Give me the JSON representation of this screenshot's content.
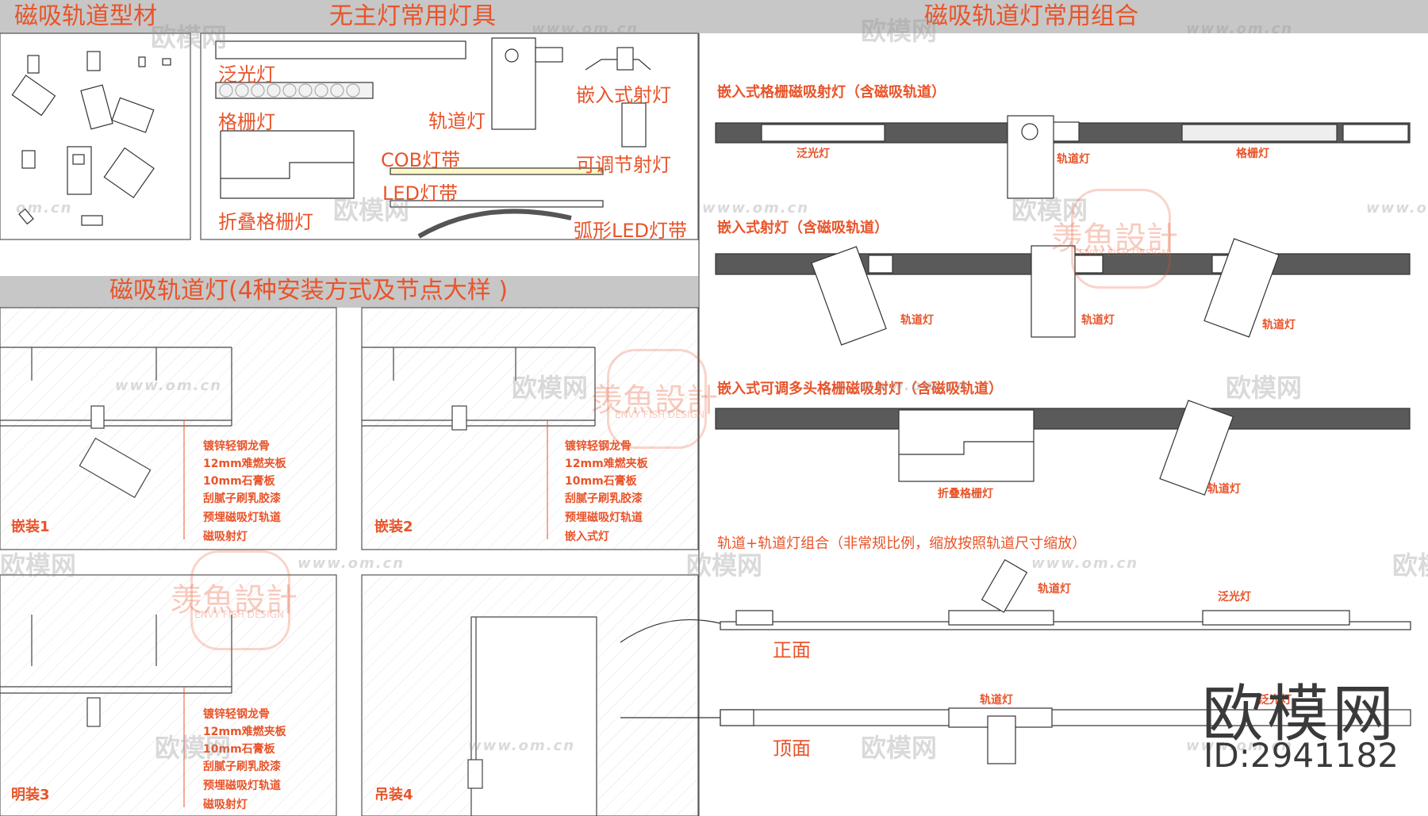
{
  "sections": {
    "profiles_title": "磁吸轨道型材",
    "no_main_light_title": "无主灯常用灯具",
    "combos_title": "磁吸轨道灯常用组合",
    "install_title": "磁吸轨道灯(4种安装方式及节点大样 )"
  },
  "fixtures": {
    "flood": "泛光灯",
    "grille": "格栅灯",
    "folding_grille": "折叠格栅灯",
    "track": "轨道灯",
    "cob": "COB灯带",
    "led": "LED灯带",
    "arc_led": "弧形LED灯带",
    "recessed_spot": "嵌入式射灯",
    "adjustable_spot": "可调节射灯"
  },
  "combos": {
    "c1_title": "嵌入式格栅磁吸射灯（含磁吸轨道）",
    "c1_flood": "泛光灯",
    "c1_track": "轨道灯",
    "c1_grille": "格栅灯",
    "c2_title": "嵌入式射灯（含磁吸轨道）",
    "c2_track_a": "轨道灯",
    "c2_track_b": "轨道灯",
    "c2_track_c": "轨道灯",
    "c3_title": "嵌入式可调多头格栅磁吸射灯（含磁吸轨道）",
    "c3_folding": "折叠格栅灯",
    "c3_track": "轨道灯",
    "c4_title": "轨道+轨道灯组合（非常规比例，缩放按照轨道尺寸缩放）",
    "c4_track_front": "轨道灯",
    "c4_flood_front": "泛光灯",
    "c4_front": "正面",
    "c4_track_top": "轨道灯",
    "c4_flood_top": "泛光灯",
    "c4_top": "顶面"
  },
  "install": {
    "p1_layers": [
      "镀锌轻钢龙骨",
      "12mm难燃夹板",
      "10mm石膏板",
      "刮腻子刷乳胶漆",
      "预埋磁吸灯轨道",
      "磁吸射灯"
    ],
    "p1_label": "嵌装1",
    "p2_layers": [
      "镀锌轻钢龙骨",
      "12mm难燃夹板",
      "10mm石膏板",
      "刮腻子刷乳胶漆",
      "预埋磁吸灯轨道",
      "嵌入式灯"
    ],
    "p2_label": "嵌装2",
    "p3_layers": [
      "镀锌轻钢龙骨",
      "12mm难燃夹板",
      "10mm石膏板",
      "刮腻子刷乳胶漆",
      "预埋磁吸灯轨道",
      "磁吸射灯"
    ],
    "p3_label": "明装3",
    "p4_label": "吊装4"
  },
  "watermarks": {
    "brand": "欧模网",
    "url": "www.om.cn",
    "url_short": "om.cn",
    "design_cn": "羡魚設計",
    "design_en": "ENVY FISH DESIGN"
  },
  "brand": {
    "name": "欧模网",
    "id": "ID:2941182"
  },
  "colors": {
    "accent": "#e8542a",
    "header_bg": "#c7c7c7",
    "track_dark": "#5a5a5a"
  }
}
